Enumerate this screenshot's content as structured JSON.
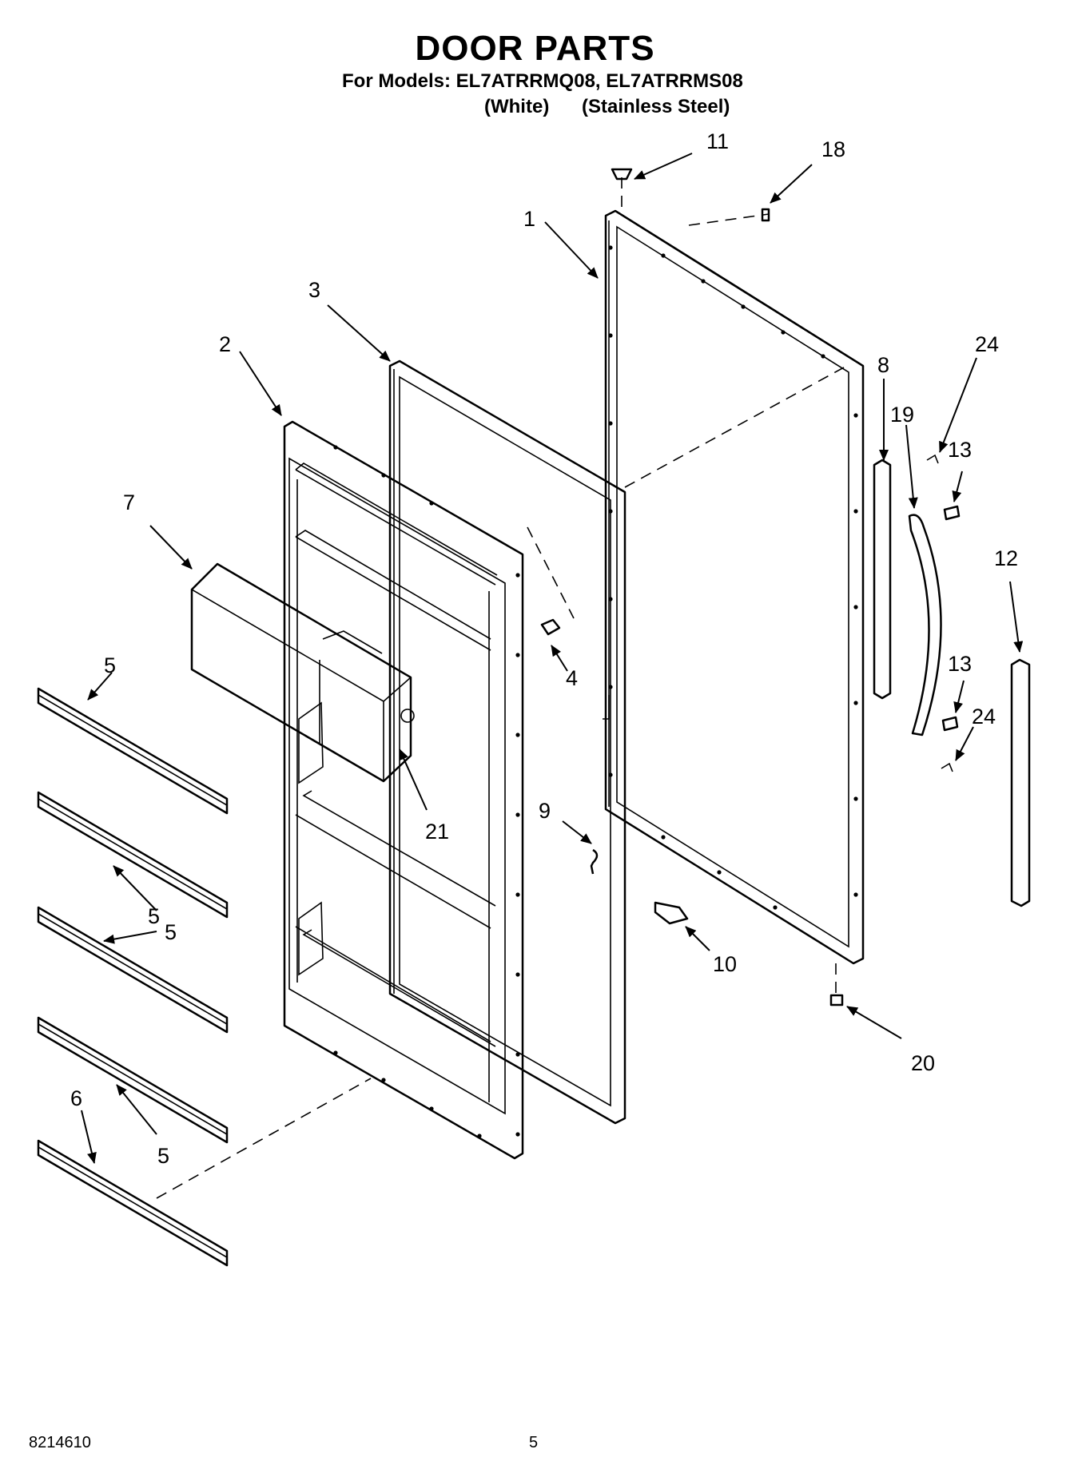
{
  "header": {
    "title": "DOOR PARTS",
    "models_line": "For Models: EL7ATRRMQ08, EL7ATRRMS08",
    "variant_white": "(White)",
    "variant_stainless": "(Stainless Steel)"
  },
  "callouts": [
    "1",
    "2",
    "3",
    "4",
    "5",
    "5",
    "5",
    "5",
    "6",
    "7",
    "8",
    "9",
    "10",
    "11",
    "12",
    "13",
    "13",
    "18",
    "19",
    "20",
    "21",
    "24",
    "24"
  ],
  "footer": {
    "doc_number": "8214610",
    "page_number": "5"
  }
}
